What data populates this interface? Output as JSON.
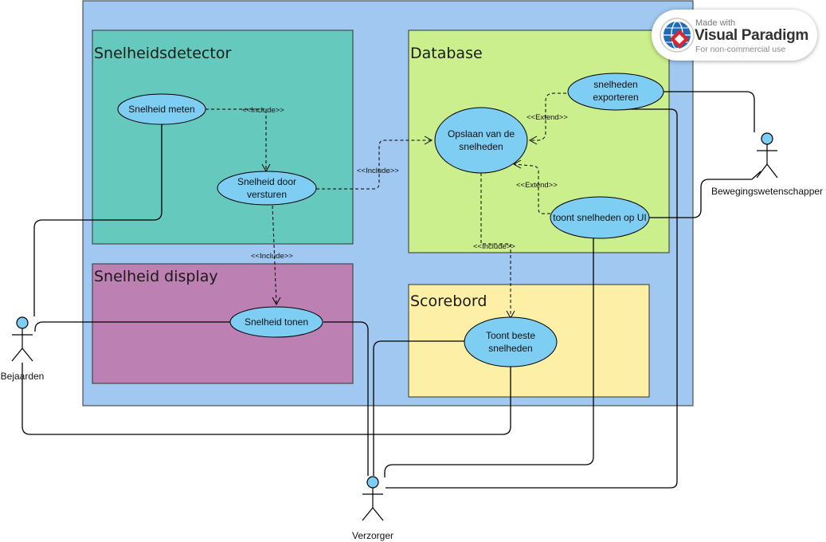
{
  "packages": {
    "snelheidsdetector": {
      "title": "Snelheidsdetector",
      "color": "#66c9bd"
    },
    "database": {
      "title": "Database",
      "color": "#ccef8e"
    },
    "display": {
      "title": "Snelheid display",
      "color": "#bd80b2"
    },
    "scorebord": {
      "title": "Scorebord",
      "color": "#fdf0a6"
    },
    "system_color": "#a0c8f0"
  },
  "usecases": {
    "snelheid_meten": [
      "Snelheid meten"
    ],
    "snelheid_versturen": [
      "Snelheid door",
      "versturen"
    ],
    "opslaan": [
      "Opslaan van de",
      "snelheden"
    ],
    "exporteren": [
      "snelheden",
      "exporteren"
    ],
    "toont_ui": [
      "toont snelheden op UI"
    ],
    "tonen": [
      "Snelheid tonen"
    ],
    "beste": [
      "Toont beste",
      "snelheden"
    ],
    "fill_color": "#7ecdf2"
  },
  "relations": {
    "include": "<<Include>>",
    "extend": "<<Extend>>"
  },
  "actors": {
    "bejaarden": "Bejaarden",
    "beweging": "Bewegingswetenschapper",
    "verzorger": "Verzorger"
  },
  "watermark": {
    "made_with": "Made with",
    "brand": "Visual Paradigm",
    "sub": "For non-commercial use"
  },
  "icons": [
    "actor-stick-figure-icon",
    "visual-paradigm-logo-icon"
  ]
}
